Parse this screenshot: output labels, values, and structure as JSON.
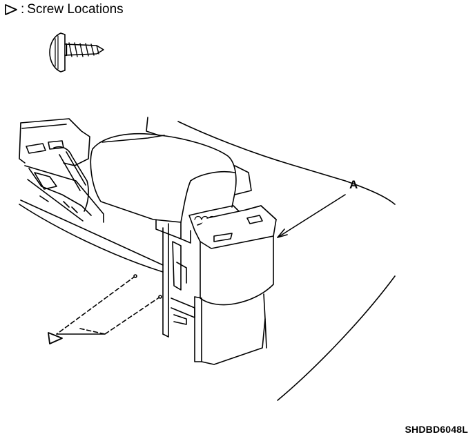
{
  "legend": {
    "symbol_icon": "outline-triangle-right-icon",
    "separator": ":",
    "text": "Screw Locations"
  },
  "callouts": {
    "a_label": "A"
  },
  "figure_code": "SHDBD6048L",
  "colors": {
    "ink": "#000000",
    "background": "#ffffff"
  }
}
